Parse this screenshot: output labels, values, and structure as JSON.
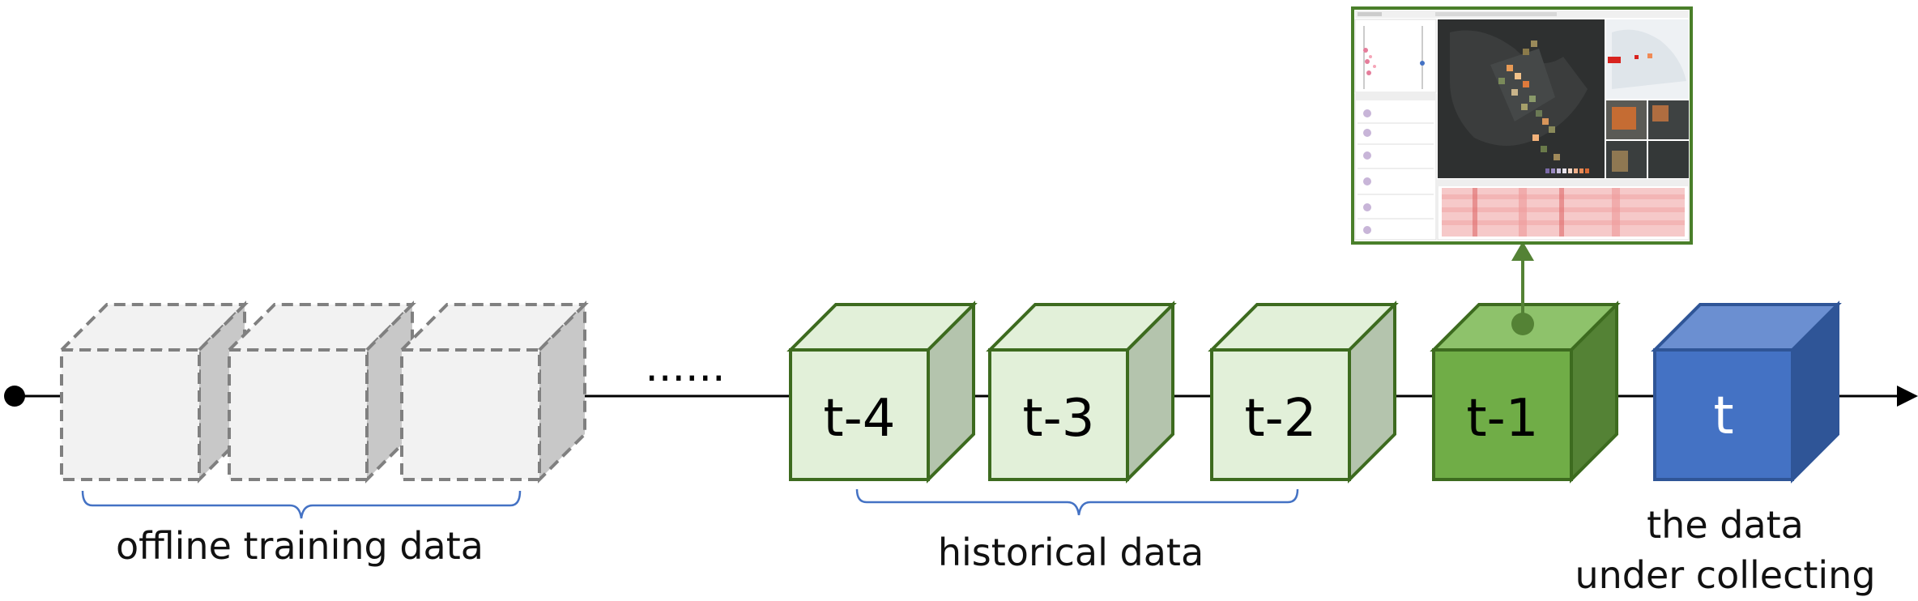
{
  "ellipsis": "......",
  "cubes": {
    "t4": "t-4",
    "t3": "t-3",
    "t2": "t-2",
    "t1": "t-1",
    "t": "t"
  },
  "captions": {
    "offline": "offline training data",
    "historical": "historical data",
    "current_line1": "the data",
    "current_line2": "under collecting"
  },
  "colors": {
    "offline_face": "#f2f2f2",
    "offline_side": "#c8c8c8",
    "offline_stroke": "#808080",
    "hist_face": "#e2f0d9",
    "hist_top": "#e2f0d9",
    "hist_side": "#b4c4ad",
    "hist_stroke": "#3d6b1f",
    "t1_face": "#70ad47",
    "t1_top": "#8ec26b",
    "t1_side": "#548235",
    "t_face": "#4472c4",
    "t_top": "#6b8fd1",
    "t_side": "#2f5597",
    "brace": "#4472c4",
    "arrow_green": "#548235"
  }
}
